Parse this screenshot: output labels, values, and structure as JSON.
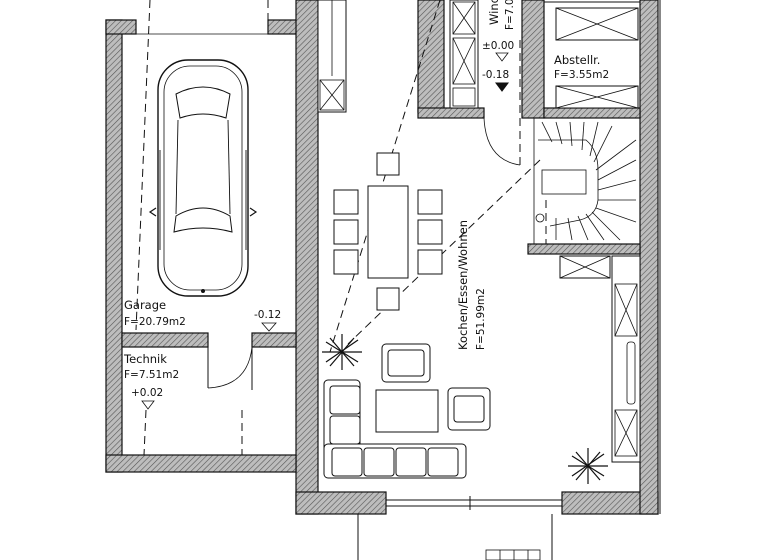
{
  "rooms": {
    "garage": {
      "name": "Garage",
      "area": "F=20.79m2",
      "level": "-0.12"
    },
    "technik": {
      "name": "Technik",
      "area": "F=7.51m2",
      "level": "+0.02"
    },
    "kochen": {
      "name": "Kochen/Essen/Wohnen",
      "area": "F=51.99m2"
    },
    "abstell": {
      "name": "Abstellr.",
      "area": "F=3.55m2"
    },
    "windfang": {
      "name": "Wind",
      "area": "F=7.0"
    }
  },
  "levels": {
    "plus": "±0.00",
    "minus": "-0.18"
  }
}
